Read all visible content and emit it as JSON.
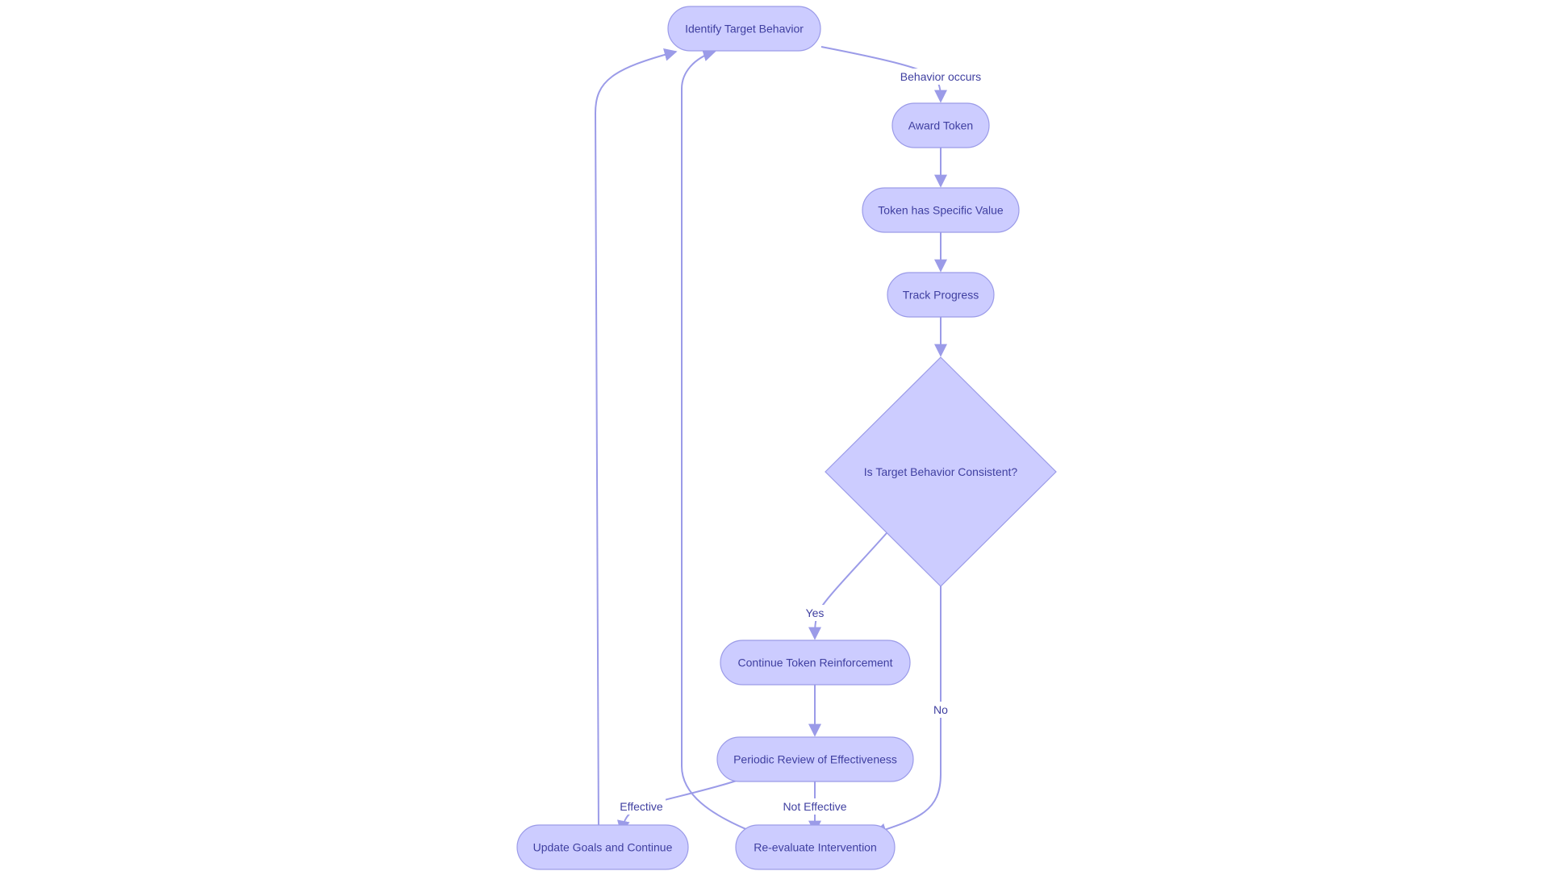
{
  "diagram": {
    "nodes": {
      "identify": "Identify Target Behavior",
      "award": "Award Token",
      "value": "Token has Specific Value",
      "track": "Track Progress",
      "decision": "Is Target Behavior Consistent?",
      "continue": "Continue Token Reinforcement",
      "review": "Periodic Review of Effectiveness",
      "update": "Update Goals and Continue",
      "reevaluate": "Re-evaluate Intervention"
    },
    "edge_labels": {
      "behavior_occurs": "Behavior occurs",
      "yes": "Yes",
      "no": "No",
      "effective": "Effective",
      "not_effective": "Not Effective"
    },
    "colors": {
      "node_fill": "#ccccff",
      "node_stroke": "#9b9be8",
      "edge": "#9b9be8",
      "text": "#3f3fa0"
    }
  }
}
